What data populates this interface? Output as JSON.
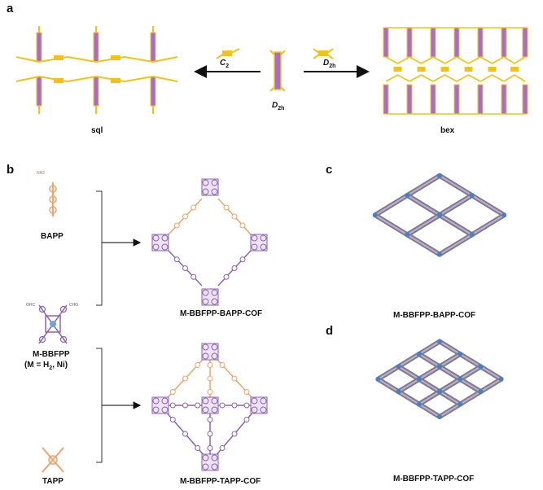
{
  "panels": {
    "a": "a",
    "b": "b",
    "c": "c",
    "d": "d"
  },
  "panel_a": {
    "sql_label": "sql",
    "bex_label": "bex",
    "c2": {
      "sym": "C",
      "sub": "2"
    },
    "d2h_left": {
      "sym": "D",
      "sub": "2h"
    },
    "d2h_right": {
      "sym": "D",
      "sub": "2h"
    }
  },
  "panel_b": {
    "bapp_label": "BAPP",
    "bbfpp_label": "M-BBFPP",
    "bbfpp_sub": {
      "pre": "(M = H",
      "sub": "2",
      "post": ", Ni)"
    },
    "tapp_label": "TAPP",
    "cof1_label": "M-BBFPP-BAPP-COF",
    "cof2_label": "M-BBFPP-TAPP-COF",
    "cho": "CHO",
    "ohc": "OHC",
    "nh2": "NH2"
  },
  "panel_c": {
    "label": "M-BBFPP-BAPP-COF"
  },
  "panel_d": {
    "label": "M-BBFPP-TAPP-COF"
  },
  "colors": {
    "yellow": "#f2c21b",
    "purple": "#a86dc8",
    "orange": "#f0a36a",
    "violet": "#8a63b3",
    "grey": "#7b7f86"
  }
}
